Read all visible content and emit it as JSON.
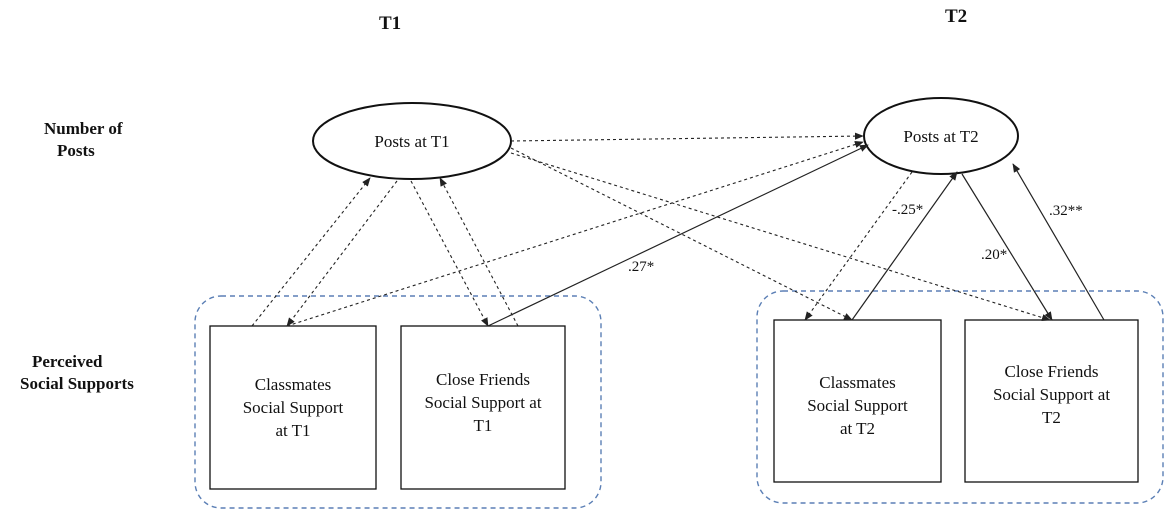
{
  "headers": {
    "t1": "T1",
    "t2": "T2"
  },
  "row_labels": {
    "posts_line1": "Number of",
    "posts_line2": "Posts",
    "support_line1": "Perceived",
    "support_line2": "Social Supports"
  },
  "nodes": {
    "posts_t1": "Posts at T1",
    "posts_t2": "Posts at T2",
    "classmates_t1": {
      "line1": "Classmates",
      "line2": "Social Support",
      "line3": "at T1"
    },
    "friends_t1": {
      "line1": "Close Friends",
      "line2": "Social Support at",
      "line3": "T1"
    },
    "classmates_t2": {
      "line1": "Classmates",
      "line2": "Social Support",
      "line3": "at T2"
    },
    "friends_t2": {
      "line1": "Close Friends",
      "line2": "Social Support at",
      "line3": "T2"
    }
  },
  "coefficients": {
    "friends_t1_to_posts_t2": ".27*",
    "posts_t2_to_classmates_t2": "-.25*",
    "posts_t2_to_friends_t2": ".20*",
    "friends_t2_to_posts_t2": ".32**"
  },
  "colors": {
    "line": "#222222",
    "group_border": "#5b7fb5"
  }
}
